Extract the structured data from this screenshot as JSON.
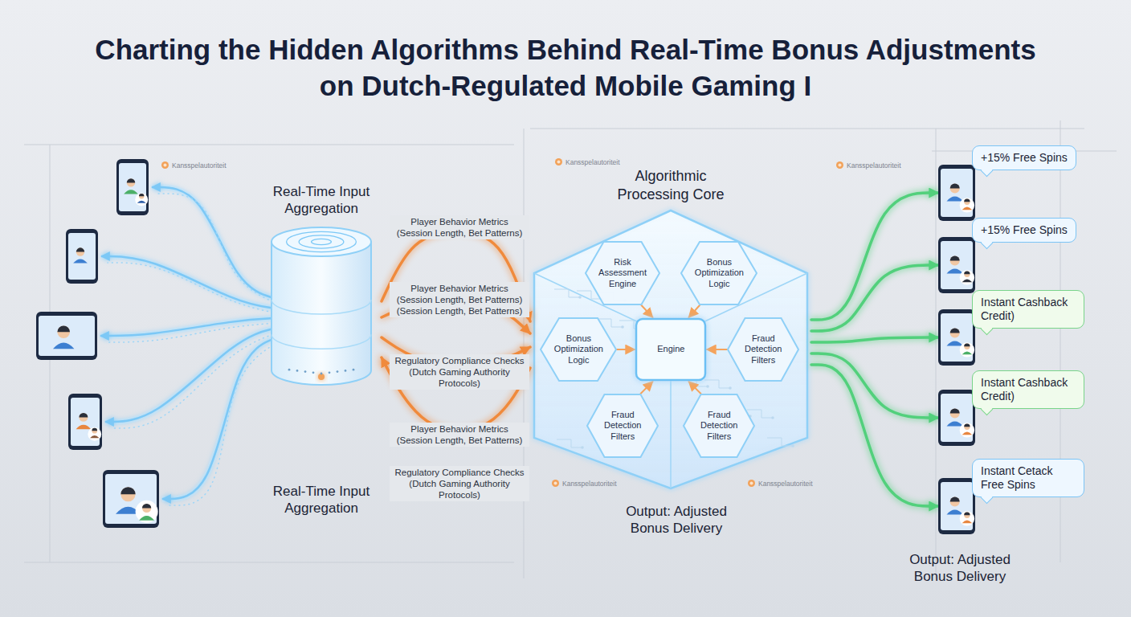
{
  "diagram": {
    "title": "Charting the Hidden Algorithms Behind Real-Time Bonus Adjustments on Dutch-Regulated Mobile Gaming I",
    "nodes": [
      {
        "text": [
          "Real-Time Input Aggregation",
          "Real-Time Input Aggregation"
        ]
      },
      {
        "text": [
          "Algorithmic Processing Core"
        ]
      },
      {
        "text": [
          "Risk Assessment Engine"
        ],
        "in": 1
      },
      {
        "text": [
          "Bonus Optimization Logic"
        ],
        "in": 1
      },
      {
        "text": [
          "Bonus Optimization Logic"
        ],
        "in": 1
      },
      {
        "text": [
          "Engine"
        ],
        "in": 1
      },
      {
        "text": [
          "Fraud Detection Filters"
        ],
        "in": 1
      },
      {
        "text": [
          "Fraud Detection Filters"
        ],
        "in": 1
      },
      {
        "text": [
          "Fraud Detection Filters"
        ],
        "in": 1
      },
      {
        "text": [
          "+15% Free Spins"
        ]
      },
      {
        "text": [
          "+15% Free Spins"
        ]
      },
      {
        "text": [
          "Instant Cashback Credit)"
        ]
      },
      {
        "text": [
          "Instant Cashback Credit)"
        ]
      },
      {
        "text": [
          "Instant Cetack Free Spins"
        ]
      }
    ],
    "edges": [
      {
        "from": 0,
        "to": 1,
        "arrow": "to",
        "label": "Player Behavior Metrics (Session Length, Bet Patterns)"
      },
      {
        "from": 0,
        "to": 1,
        "arrow": "to",
        "label": "Player Behavior Metrics (Session Length, Bet Patterns) (Session Length, Bet Patterns)"
      },
      {
        "from": 0,
        "to": 1,
        "arrow": "to",
        "label": "Regulatory Compliance Checks (Dutch Gaming Authority Protocols)"
      },
      {
        "from": 1,
        "to": 0,
        "arrow": "to",
        "label": "Player Behavior Metrics (Session Length, Bet Patterns)"
      },
      {
        "from": 2,
        "to": 5,
        "arrow": "to"
      },
      {
        "from": 3,
        "to": 5,
        "arrow": "to"
      },
      {
        "from": 4,
        "to": 5,
        "arrow": "to"
      },
      {
        "from": 6,
        "to": 5,
        "arrow": "to"
      },
      {
        "from": 7,
        "to": 5,
        "arrow": "to"
      },
      {
        "from": 8,
        "to": 5,
        "arrow": "to"
      },
      {
        "from": 1,
        "to": 9,
        "arrow": "to"
      },
      {
        "from": 1,
        "to": 10,
        "arrow": "to"
      },
      {
        "from": 1,
        "to": 11,
        "arrow": "to"
      },
      {
        "from": 1,
        "to": 12,
        "arrow": "to"
      },
      {
        "from": 1,
        "to": 13,
        "arrow": "to"
      }
    ],
    "labels": [
      "Kansspelautoriteit",
      "Kansspelautoriteit",
      "Kansspelautoriteit",
      "Kansspelautoriteit",
      "Kansspelautoriteit",
      "Regulatory Compliance Checks (Dutch Gaming Authority Protocols)",
      "Output: Adjusted Bonus Delivery",
      "Output: Adjusted Bonus Delivery"
    ]
  }
}
